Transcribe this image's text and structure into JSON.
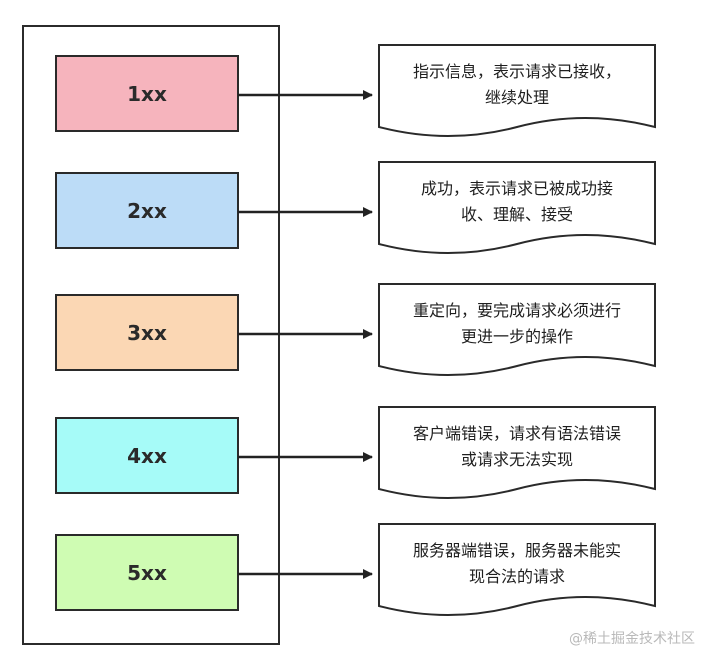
{
  "status_codes": [
    {
      "code": "1xx",
      "color": "#f6b4bd",
      "description": [
        "指示信息，表示请求已接收，",
        "继续处理"
      ]
    },
    {
      "code": "2xx",
      "color": "#bcdcf7",
      "description": [
        "成功，表示请求已被成功接",
        "收、理解、接受"
      ]
    },
    {
      "code": "3xx",
      "color": "#fbd7b4",
      "description": [
        "重定向，要完成请求必须进行",
        "更进一步的操作"
      ]
    },
    {
      "code": "4xx",
      "color": "#a6fbf8",
      "description": [
        "客户端错误，请求有语法错误",
        "或请求无法实现"
      ]
    },
    {
      "code": "5xx",
      "color": "#cffcb3",
      "description": [
        "服务器端错误，服务器未能实",
        "现合法的请求"
      ]
    }
  ],
  "watermark": "@稀土掘金技术社区"
}
